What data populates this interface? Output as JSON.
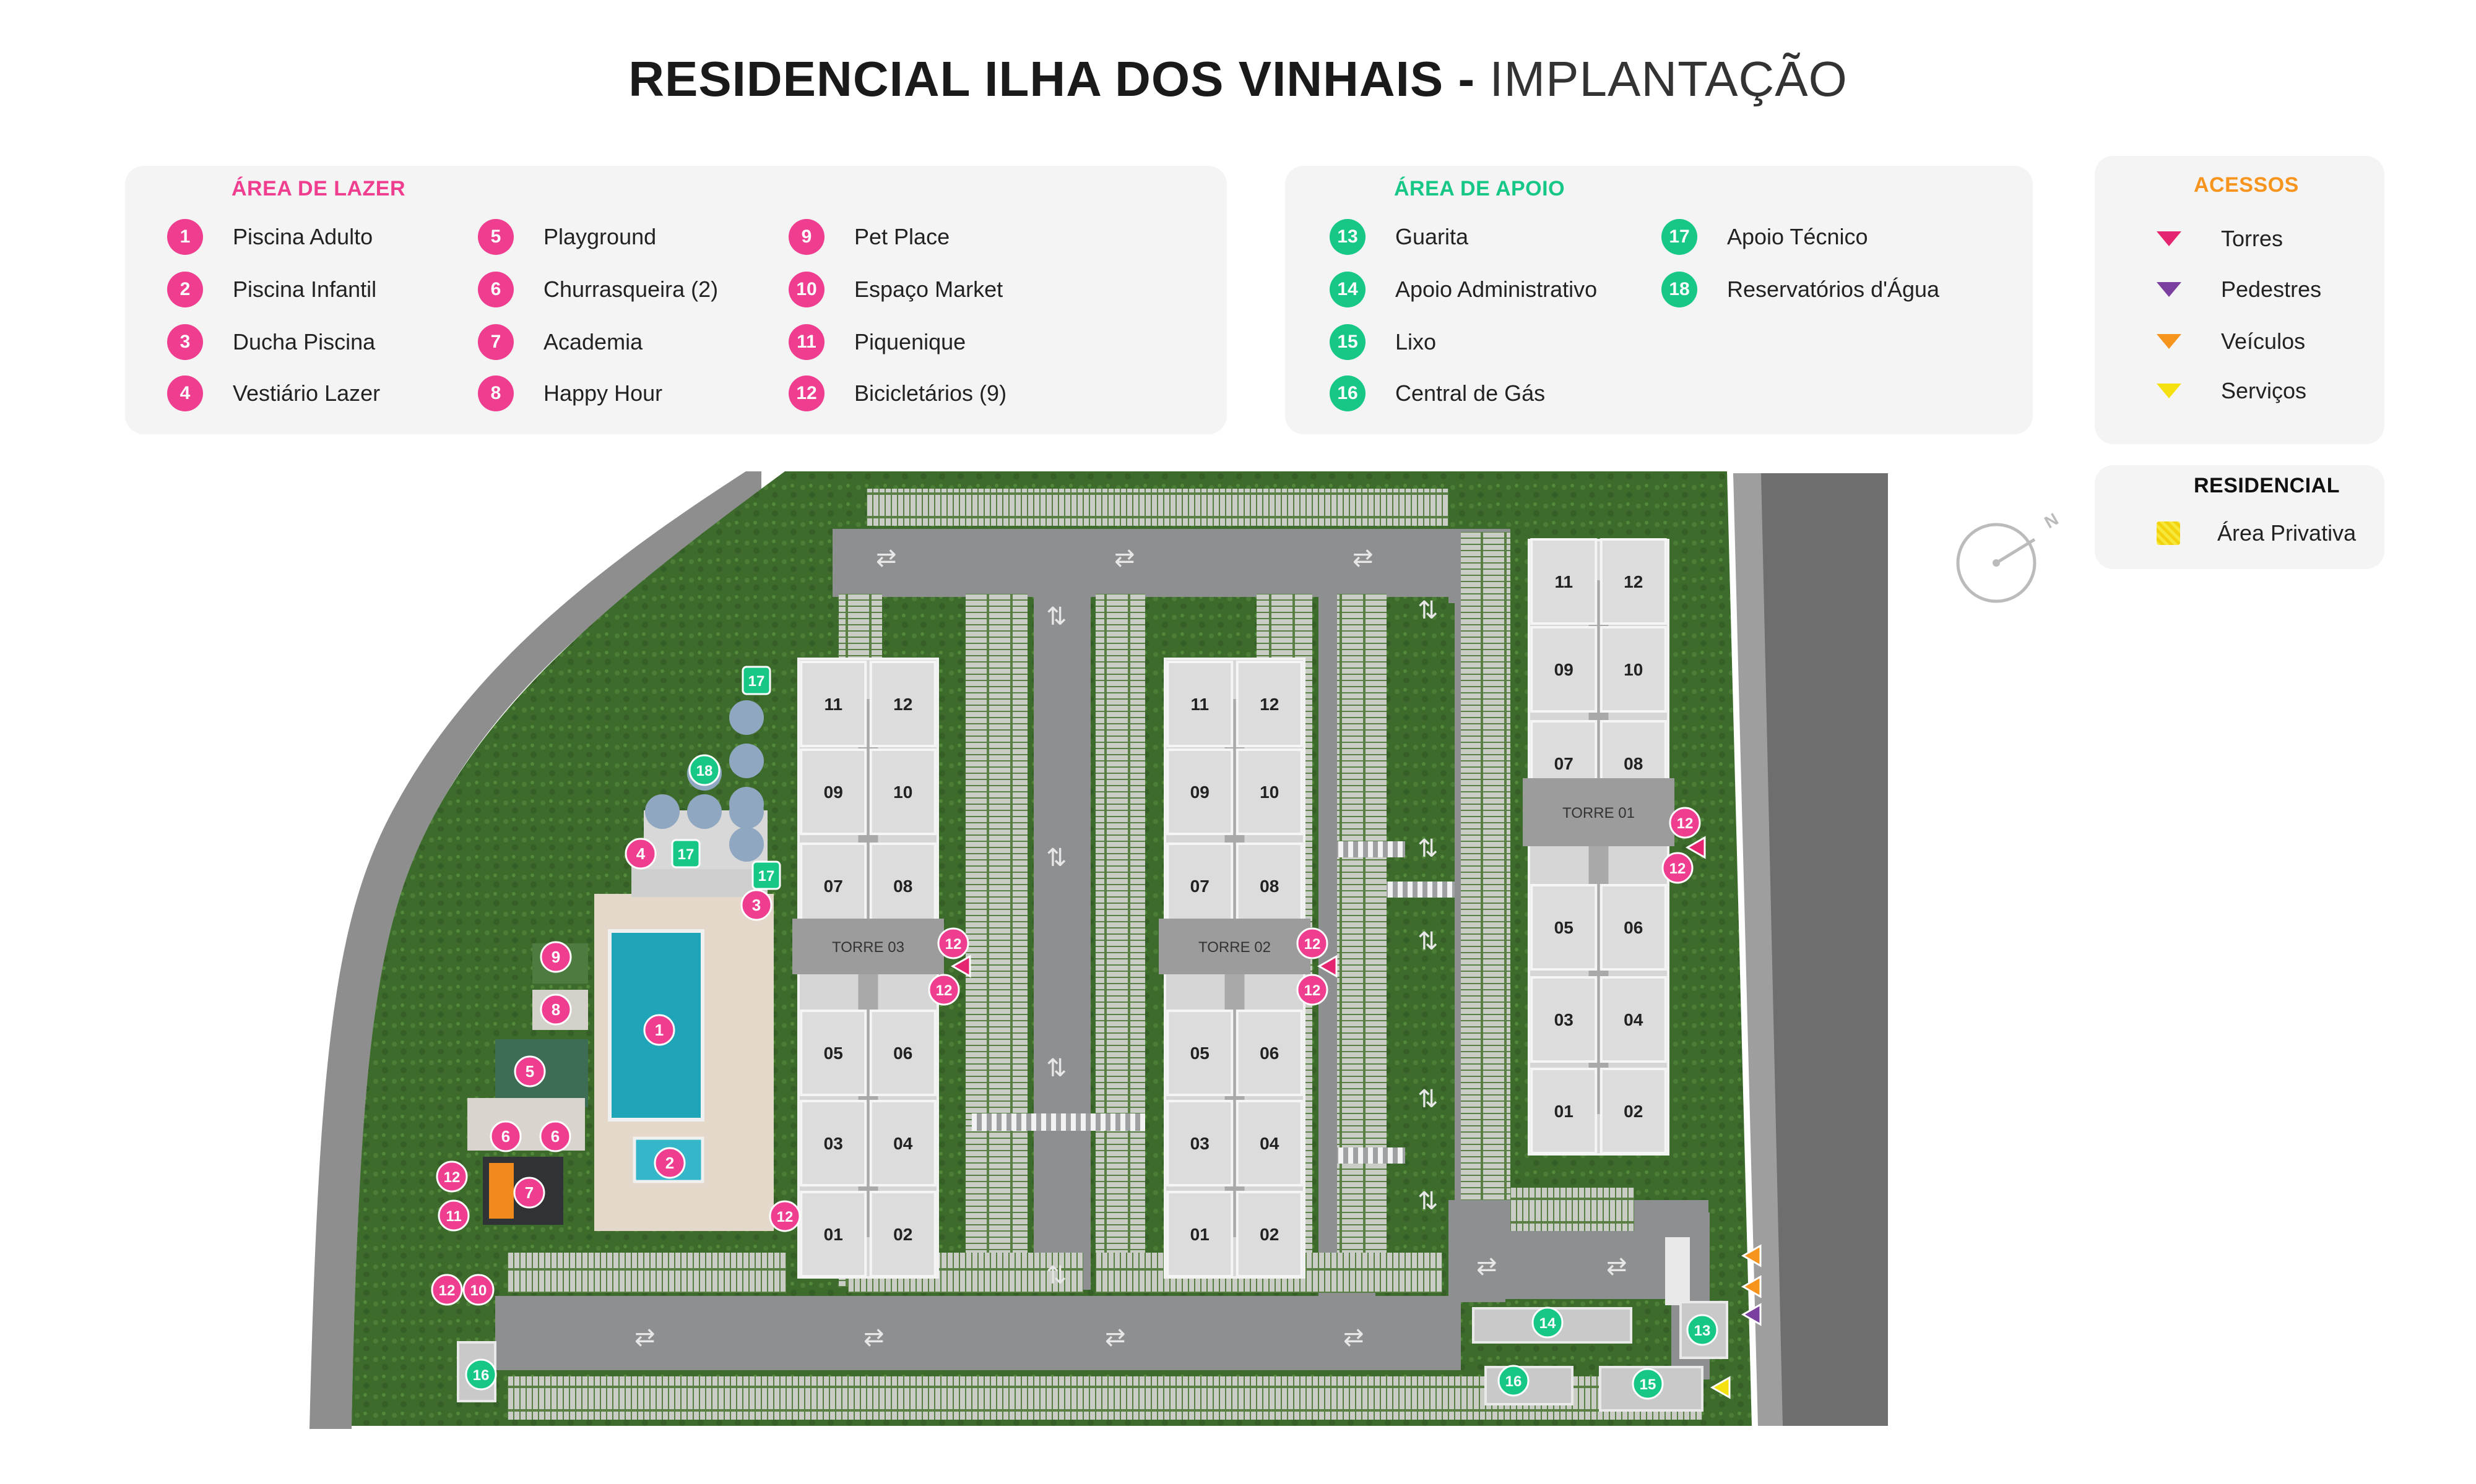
{
  "title": {
    "bold": "RESIDENCIAL ILHA DOS VINHAIS -",
    "light": "IMPLANTAÇÃO"
  },
  "colors": {
    "lazer": "#ef3d8f",
    "apoio": "#16c786",
    "acessos": "#f7941d",
    "torres": "#e5256f",
    "pedestres": "#7b3fa0",
    "veiculos": "#f7941d",
    "servicos": "#f5e10f"
  },
  "lazer": {
    "heading": "ÁREA DE LAZER",
    "items": [
      {
        "n": "1",
        "label": "Piscina Adulto"
      },
      {
        "n": "2",
        "label": "Piscina Infantil"
      },
      {
        "n": "3",
        "label": "Ducha Piscina"
      },
      {
        "n": "4",
        "label": "Vestiário Lazer"
      },
      {
        "n": "5",
        "label": "Playground"
      },
      {
        "n": "6",
        "label": "Churrasqueira (2)"
      },
      {
        "n": "7",
        "label": "Academia"
      },
      {
        "n": "8",
        "label": "Happy Hour"
      },
      {
        "n": "9",
        "label": "Pet Place"
      },
      {
        "n": "10",
        "label": "Espaço Market"
      },
      {
        "n": "11",
        "label": "Piquenique"
      },
      {
        "n": "12",
        "label": "Bicicletários (9)"
      }
    ]
  },
  "apoio": {
    "heading": "ÁREA DE APOIO",
    "items": [
      {
        "n": "13",
        "label": "Guarita"
      },
      {
        "n": "14",
        "label": "Apoio Administrativo"
      },
      {
        "n": "15",
        "label": "Lixo"
      },
      {
        "n": "16",
        "label": "Central de Gás"
      },
      {
        "n": "17",
        "label": "Apoio Técnico"
      },
      {
        "n": "18",
        "label": "Reservatórios d'Água"
      }
    ]
  },
  "acessos": {
    "heading": "ACESSOS",
    "items": [
      {
        "label": "Torres",
        "color": "#e5256f",
        "icon": "triangle-down-icon"
      },
      {
        "label": "Pedestres",
        "color": "#7b3fa0",
        "icon": "triangle-down-icon"
      },
      {
        "label": "Veículos",
        "color": "#f7941d",
        "icon": "triangle-down-icon"
      },
      {
        "label": "Serviços",
        "color": "#f5e10f",
        "icon": "triangle-down-icon"
      }
    ]
  },
  "residencial": {
    "heading": "RESIDENCIAL",
    "item": "Área Privativa"
  },
  "map": {
    "towers": [
      {
        "name": "TORRE 03",
        "units": [
          "11",
          "12",
          "09",
          "10",
          "07",
          "08",
          "05",
          "06",
          "03",
          "04",
          "01",
          "02"
        ]
      },
      {
        "name": "TORRE 02",
        "units": [
          "11",
          "12",
          "09",
          "10",
          "07",
          "08",
          "05",
          "06",
          "03",
          "04",
          "01",
          "02"
        ]
      },
      {
        "name": "TORRE 01",
        "units": [
          "11",
          "12",
          "09",
          "10",
          "07",
          "08",
          "05",
          "06",
          "03",
          "04",
          "01",
          "02"
        ]
      }
    ],
    "markers": [
      "1",
      "2",
      "3",
      "4",
      "5",
      "6",
      "6",
      "7",
      "8",
      "9",
      "10",
      "10",
      "11",
      "12",
      "12",
      "12",
      "12",
      "12",
      "12",
      "12",
      "12",
      "12",
      "13",
      "14",
      "15",
      "16",
      "16",
      "17",
      "17",
      "17",
      "18"
    ]
  }
}
